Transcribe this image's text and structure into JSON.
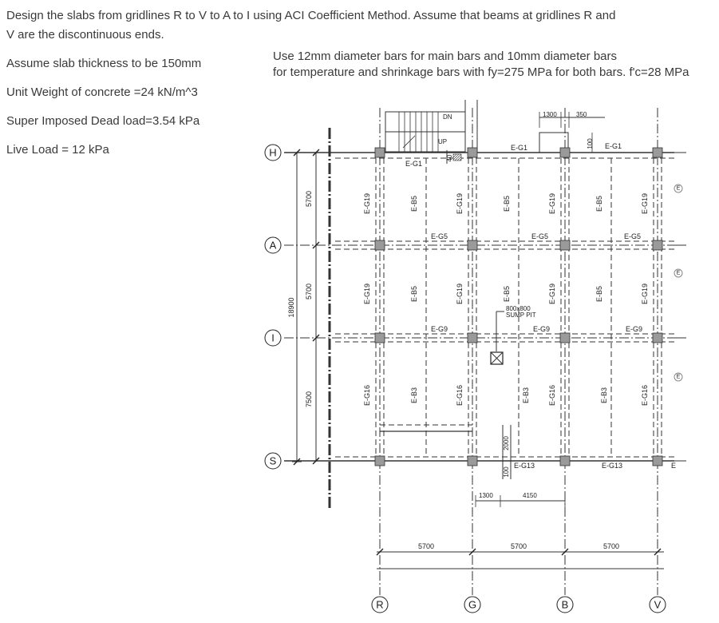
{
  "problem": {
    "line1": "Design the slabs from gridlines R to V to A to I  using ACI Coefficient Method. Assume that beams at gridlines R and",
    "line2": "V are the discontinuous ends.",
    "thickness": "Assume slab thickness to be 150mm",
    "bars1": "Use 12mm diameter bars for main bars and 10mm diameter bars",
    "bars2": "for temperature and shrinkage bars with fy=275 MPa for both bars. f'c=28 MPa",
    "unit_weight": "Unit Weight of concrete =24 kN/m^3",
    "sdl": "Super Imposed Dead load=3.54 kPa",
    "live_load": "Live Load = 12 kPa"
  },
  "plan": {
    "row_grids": [
      "H",
      "A",
      "I",
      "S"
    ],
    "col_grids": [
      "R",
      "G",
      "B",
      "V"
    ],
    "row_dims": [
      "5700",
      "5700",
      "7500"
    ],
    "total_dim": "18900",
    "bottom_dims": [
      "5700",
      "5700",
      "5700"
    ],
    "girders": {
      "eg1": "E-G1",
      "eg5": "E-G5",
      "eg9": "E-G9",
      "eg13": "E-G13"
    },
    "col_labels": {
      "g19": "E-G19",
      "b5": "E-B5",
      "b3": "E-B3",
      "g16": "E-G16"
    },
    "stair": {
      "dn": "DN",
      "up": "UP",
      "no": "40"
    },
    "sump1": "800x800",
    "sump2": "SUMP PIT",
    "dim_1300a": "1300",
    "dim_350": "350",
    "dim_100a": "100",
    "dim_2000": "2000",
    "dim_100b": "100",
    "dim_1300b": "1300",
    "dim_4150": "4150",
    "edge_marks": [
      "E",
      "E",
      "E"
    ],
    "edge_label": "E"
  }
}
